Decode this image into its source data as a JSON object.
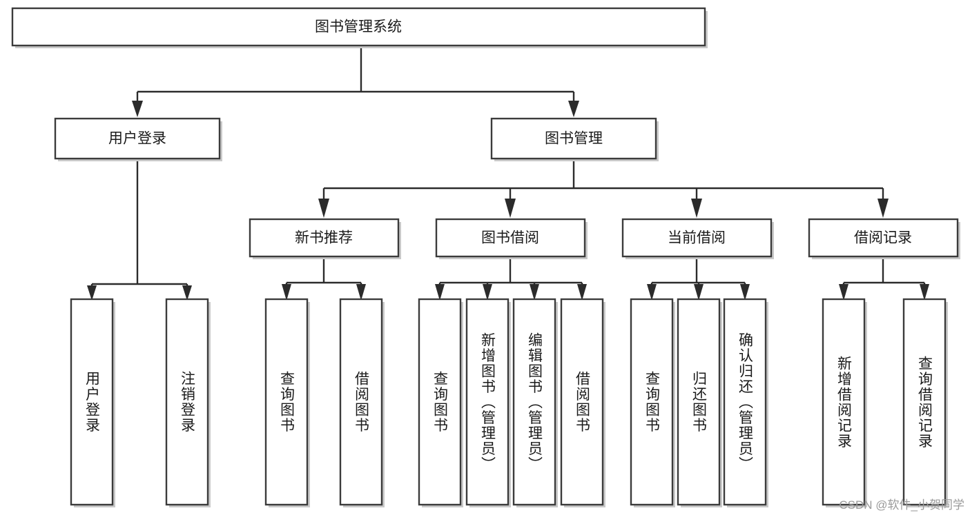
{
  "diagram": {
    "type": "tree-hierarchy",
    "title": "图书管理系统",
    "orientation": "top-down",
    "watermark": "CSDN @软件_小贺同学",
    "colors": {
      "box_fill": "#ffffff",
      "box_stroke": "#3b3b3b",
      "connector": "#2b2b2b",
      "text": "#1a1a1a",
      "watermark": "#9a9a9a"
    },
    "root": {
      "label": "图书管理系统"
    },
    "level1": [
      {
        "label": "用户登录"
      },
      {
        "label": "图书管理"
      }
    ],
    "level2": [
      {
        "label": "新书推荐"
      },
      {
        "label": "图书借阅"
      },
      {
        "label": "当前借阅"
      },
      {
        "label": "借阅记录"
      }
    ],
    "leaves": {
      "user_login": [
        {
          "label": "用户登录"
        },
        {
          "label": "注销登录"
        }
      ],
      "new_book_recommend": [
        {
          "label": "查询图书"
        },
        {
          "label": "借阅图书"
        }
      ],
      "book_borrow": [
        {
          "label": "查询图书"
        },
        {
          "label": "新增图书（管理员）"
        },
        {
          "label": "编辑图书（管理员）"
        },
        {
          "label": "借阅图书"
        }
      ],
      "current_borrow": [
        {
          "label": "查询图书"
        },
        {
          "label": "归还图书"
        },
        {
          "label": "确认归还（管理员）"
        }
      ],
      "borrow_records": [
        {
          "label": "新增借阅记录"
        },
        {
          "label": "查询借阅记录"
        }
      ]
    }
  }
}
